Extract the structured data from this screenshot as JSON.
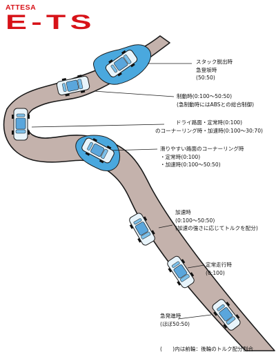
{
  "brand": {
    "small": "ATTESA",
    "big": "E-TS"
  },
  "colors": {
    "road": "#c4b2ac",
    "road_edge": "#1a1a1a",
    "water": "#4aa8de",
    "car_body": "#e8f4fb",
    "car_glass": "#5aa6dc",
    "brand_red": "#d71218"
  },
  "labels": {
    "stuck": [
      "スタック脱出時",
      "急登坂時",
      "(50:50)"
    ],
    "braking": [
      "制動時(0:100〜50:50)",
      "(急制動時にはABSとの総合制御)"
    ],
    "dry_corner": [
      "ドライ路面・定常時(0:100)",
      "のコーナーリング時・加速時(0:100〜30:70)"
    ],
    "slippery": [
      "滑りやすい路面のコーナーリング時",
      "・定常時(0:100)",
      "・加速時(0:100〜50:50)"
    ],
    "accel": [
      "加速時",
      "(0:100〜50:50)",
      "(加速の強さに応じてトルクを配分)"
    ],
    "steady": [
      "定常走行時",
      "(0:100)"
    ],
    "launch": [
      "急発進時",
      "(ほぼ50:50)"
    ],
    "footnote": "(　　)内は前輪：後輪のトルク配分割合"
  }
}
